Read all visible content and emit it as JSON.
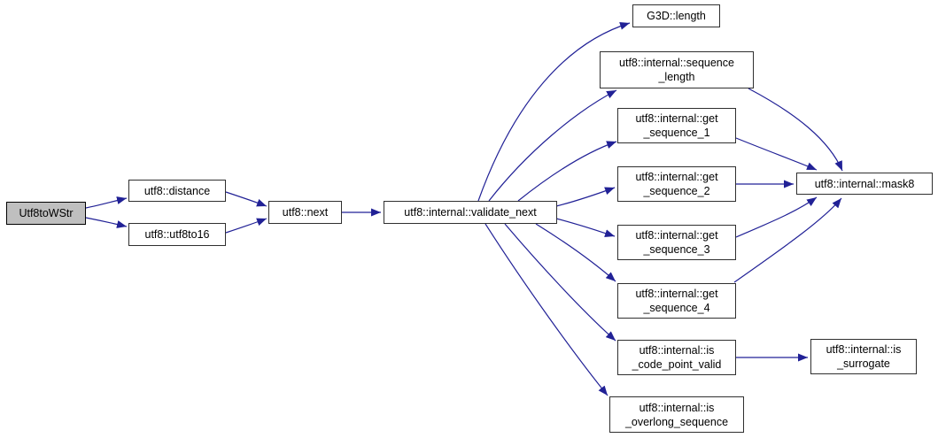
{
  "diagram": {
    "type": "call-graph",
    "root_function": "Utf8toWStr",
    "colors": {
      "edge_color": "#212196",
      "node_fill": "#ffffff",
      "node_border": "#2f2f2f",
      "root_fill": "#bfbfbf",
      "root_border": "#000000",
      "text_color": "#000000",
      "background": "#ffffff"
    },
    "nodes": [
      {
        "id": "utf8towstr",
        "label": "Utf8toWStr",
        "highlighted": true
      },
      {
        "id": "distance",
        "label": "utf8::distance"
      },
      {
        "id": "utf8to16",
        "label": "utf8::utf8to16"
      },
      {
        "id": "next",
        "label": "utf8::next"
      },
      {
        "id": "validate-next",
        "label": "utf8::internal::validate_next"
      },
      {
        "id": "g3d-length",
        "label": "G3D::length"
      },
      {
        "id": "sequence-length",
        "label": "utf8::internal::sequence\n_length"
      },
      {
        "id": "get-sequence-1",
        "label": "utf8::internal::get\n_sequence_1"
      },
      {
        "id": "get-sequence-2",
        "label": "utf8::internal::get\n_sequence_2"
      },
      {
        "id": "mask8",
        "label": "utf8::internal::mask8"
      },
      {
        "id": "get-sequence-3",
        "label": "utf8::internal::get\n_sequence_3"
      },
      {
        "id": "get-sequence-4",
        "label": "utf8::internal::get\n_sequence_4"
      },
      {
        "id": "is-code-point-valid",
        "label": "utf8::internal::is\n_code_point_valid"
      },
      {
        "id": "is-surrogate",
        "label": "utf8::internal::is\n_surrogate"
      },
      {
        "id": "is-overlong-sequence",
        "label": "utf8::internal::is\n_overlong_sequence"
      }
    ],
    "edges": [
      {
        "from": "utf8towstr",
        "to": "distance"
      },
      {
        "from": "utf8towstr",
        "to": "utf8to16"
      },
      {
        "from": "distance",
        "to": "next"
      },
      {
        "from": "utf8to16",
        "to": "next"
      },
      {
        "from": "next",
        "to": "validate-next"
      },
      {
        "from": "validate-next",
        "to": "g3d-length"
      },
      {
        "from": "validate-next",
        "to": "sequence-length"
      },
      {
        "from": "validate-next",
        "to": "get-sequence-1"
      },
      {
        "from": "validate-next",
        "to": "get-sequence-2"
      },
      {
        "from": "validate-next",
        "to": "get-sequence-3"
      },
      {
        "from": "validate-next",
        "to": "get-sequence-4"
      },
      {
        "from": "validate-next",
        "to": "is-code-point-valid"
      },
      {
        "from": "validate-next",
        "to": "is-overlong-sequence"
      },
      {
        "from": "sequence-length",
        "to": "mask8"
      },
      {
        "from": "get-sequence-1",
        "to": "mask8"
      },
      {
        "from": "get-sequence-2",
        "to": "mask8"
      },
      {
        "from": "get-sequence-3",
        "to": "mask8"
      },
      {
        "from": "get-sequence-4",
        "to": "mask8"
      },
      {
        "from": "is-code-point-valid",
        "to": "is-surrogate"
      }
    ]
  }
}
